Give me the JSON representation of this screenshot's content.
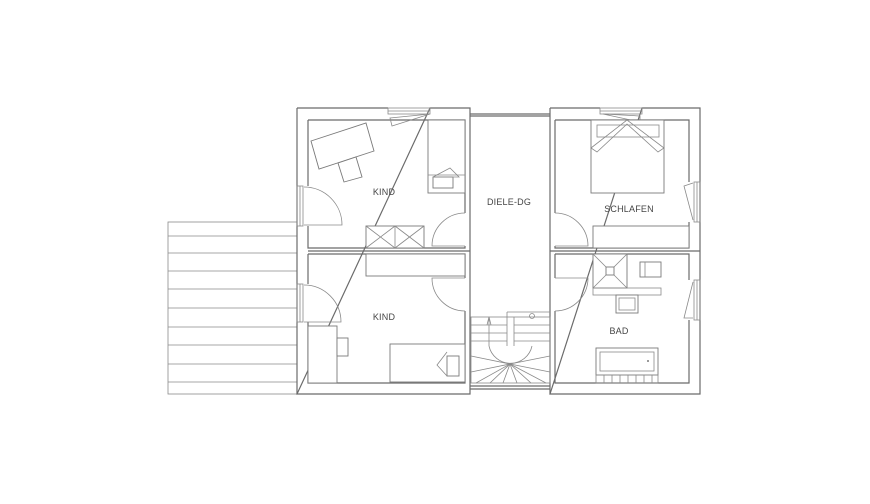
{
  "rooms": {
    "kind_top": "KIND",
    "diele": "DIELE-DG",
    "schlafen": "SCHLAFEN",
    "kind_bottom": "KIND",
    "bad": "BAD"
  },
  "colors": {
    "line": "#6b6b6b",
    "background": "#ffffff"
  }
}
